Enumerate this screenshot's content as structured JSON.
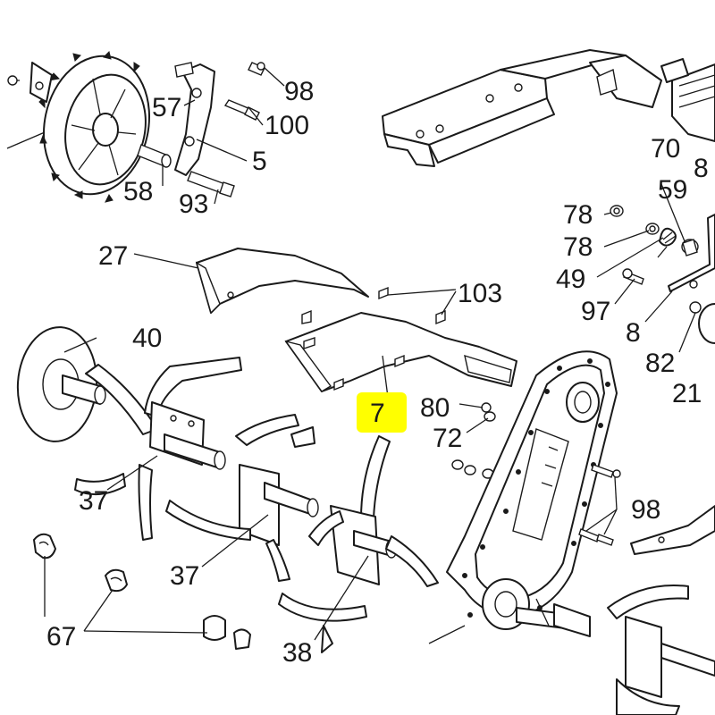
{
  "highlight_color": "#ffff00",
  "line_color": "#1a1a1a",
  "labels": {
    "l98a": "98",
    "l57": "57",
    "l100": "100",
    "l5": "5",
    "l58": "58",
    "l93": "93",
    "l70": "70",
    "l8a": "8",
    "l59": "59",
    "l78a": "78",
    "l78b": "78",
    "l49": "49",
    "l97": "97",
    "l8b": "8",
    "l82": "82",
    "l21": "21",
    "l27": "27",
    "l103": "103",
    "l40": "40",
    "l7": "7",
    "l80": "80",
    "l72": "72",
    "l37a": "37",
    "l37b": "37",
    "l98b": "98",
    "l67": "67",
    "l38": "38"
  }
}
